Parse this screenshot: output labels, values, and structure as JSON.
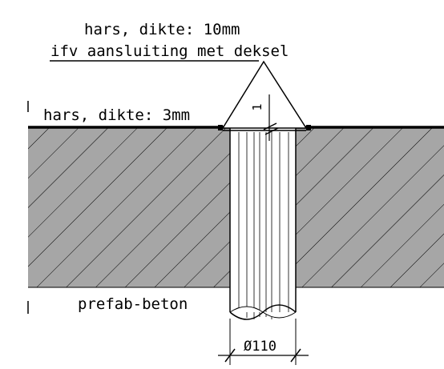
{
  "labels": {
    "resin_10mm_line1": "hars, dikte: 10mm",
    "resin_10mm_line2": "ifv aansluiting met deksel",
    "resin_3mm": "hars, dikte: 3mm",
    "concrete": "prefab-beton",
    "diameter": "Ø110",
    "slope": "1"
  },
  "colors": {
    "ink": "#000000",
    "concrete_fill": "#a6a6a6",
    "paper": "#ffffff"
  }
}
